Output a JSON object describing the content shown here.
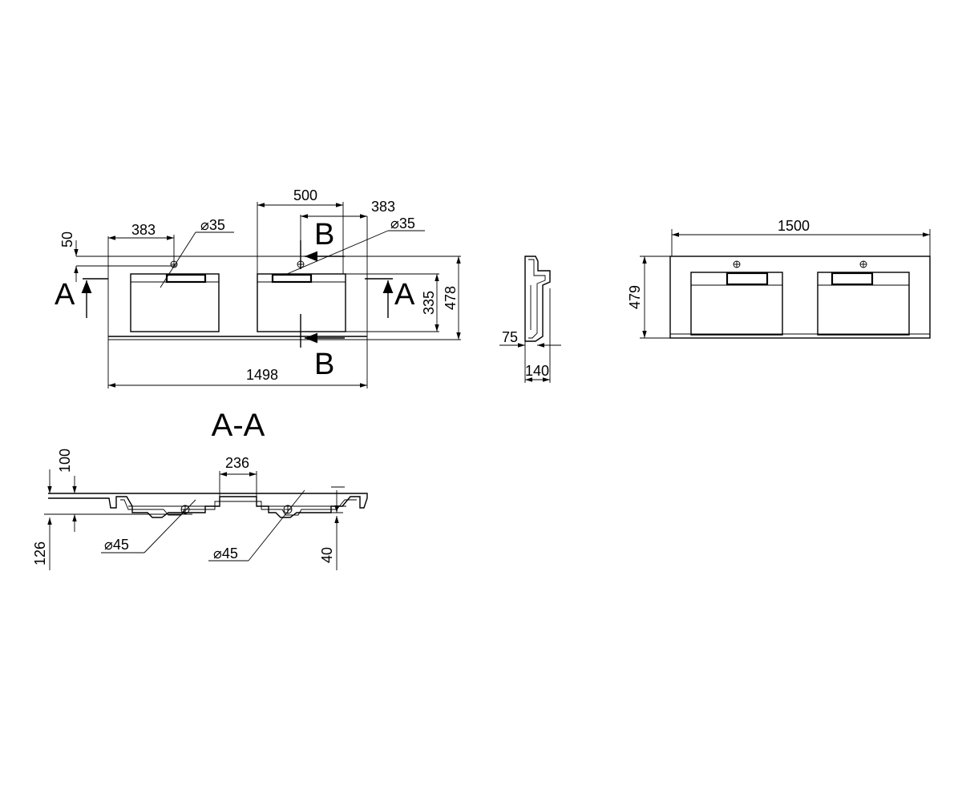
{
  "plan_view": {
    "dimensions": {
      "top_offset": "50",
      "left_tap_offset": "383",
      "left_tap_hole": "⌀35",
      "basin_width": "500",
      "right_tap_offset": "383",
      "right_tap_hole": "⌀35",
      "basin_depth": "335",
      "total_depth": "478",
      "total_width": "1498"
    },
    "section_labels": {
      "a_left": "A",
      "a_right": "A",
      "b_top": "B",
      "b_bottom": "B"
    }
  },
  "side_view": {
    "dimensions": {
      "front_thickness": "75",
      "total_height": "140"
    }
  },
  "iso_view": {
    "dimensions": {
      "total_width": "1500",
      "total_depth": "479"
    }
  },
  "section_a_a": {
    "title": "A-A",
    "dimensions": {
      "top_height": "100",
      "spacing": "236",
      "total_height": "126",
      "left_drain": "⌀45",
      "right_drain": "⌀45",
      "drain_depth": "40"
    }
  }
}
